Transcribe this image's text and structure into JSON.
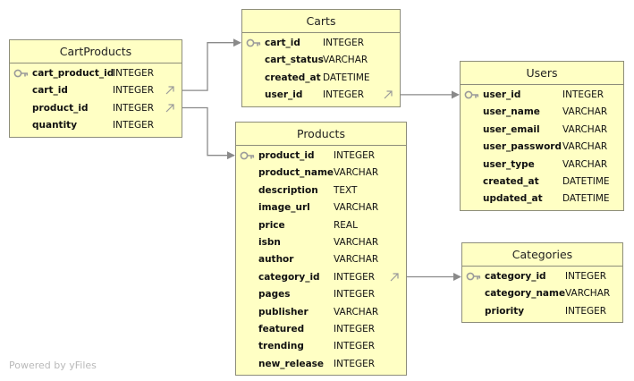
{
  "watermark": "Powered by yFiles",
  "icons": {
    "primary_key": "key-icon",
    "foreign_key": "arrow-up-right-icon"
  },
  "colors": {
    "entity_fill": "#ffffc4",
    "entity_border": "#8d8d7a",
    "connector": "#8a8a8a"
  },
  "entities": [
    {
      "id": "cartproducts",
      "name": "CartProducts",
      "fields": [
        {
          "name": "cart_product_id",
          "type": "INTEGER",
          "pk": true,
          "fk": false
        },
        {
          "name": "cart_id",
          "type": "INTEGER",
          "pk": false,
          "fk": true
        },
        {
          "name": "product_id",
          "type": "INTEGER",
          "pk": false,
          "fk": true
        },
        {
          "name": "quantity",
          "type": "INTEGER",
          "pk": false,
          "fk": false
        }
      ]
    },
    {
      "id": "carts",
      "name": "Carts",
      "fields": [
        {
          "name": "cart_id",
          "type": "INTEGER",
          "pk": true,
          "fk": false
        },
        {
          "name": "cart_status",
          "type": "VARCHAR",
          "pk": false,
          "fk": false
        },
        {
          "name": "created_at",
          "type": "DATETIME",
          "pk": false,
          "fk": false
        },
        {
          "name": "user_id",
          "type": "INTEGER",
          "pk": false,
          "fk": true
        }
      ]
    },
    {
      "id": "users",
      "name": "Users",
      "fields": [
        {
          "name": "user_id",
          "type": "INTEGER",
          "pk": true,
          "fk": false
        },
        {
          "name": "user_name",
          "type": "VARCHAR",
          "pk": false,
          "fk": false
        },
        {
          "name": "user_email",
          "type": "VARCHAR",
          "pk": false,
          "fk": false
        },
        {
          "name": "user_password",
          "type": "VARCHAR",
          "pk": false,
          "fk": false
        },
        {
          "name": "user_type",
          "type": "VARCHAR",
          "pk": false,
          "fk": false
        },
        {
          "name": "created_at",
          "type": "DATETIME",
          "pk": false,
          "fk": false
        },
        {
          "name": "updated_at",
          "type": "DATETIME",
          "pk": false,
          "fk": false
        }
      ]
    },
    {
      "id": "products",
      "name": "Products",
      "fields": [
        {
          "name": "product_id",
          "type": "INTEGER",
          "pk": true,
          "fk": false
        },
        {
          "name": "product_name",
          "type": "VARCHAR",
          "pk": false,
          "fk": false
        },
        {
          "name": "description",
          "type": "TEXT",
          "pk": false,
          "fk": false
        },
        {
          "name": "image_url",
          "type": "VARCHAR",
          "pk": false,
          "fk": false
        },
        {
          "name": "price",
          "type": "REAL",
          "pk": false,
          "fk": false
        },
        {
          "name": "isbn",
          "type": "VARCHAR",
          "pk": false,
          "fk": false
        },
        {
          "name": "author",
          "type": "VARCHAR",
          "pk": false,
          "fk": false
        },
        {
          "name": "category_id",
          "type": "INTEGER",
          "pk": false,
          "fk": true
        },
        {
          "name": "pages",
          "type": "INTEGER",
          "pk": false,
          "fk": false
        },
        {
          "name": "publisher",
          "type": "VARCHAR",
          "pk": false,
          "fk": false
        },
        {
          "name": "featured",
          "type": "INTEGER",
          "pk": false,
          "fk": false
        },
        {
          "name": "trending",
          "type": "INTEGER",
          "pk": false,
          "fk": false
        },
        {
          "name": "new_release",
          "type": "INTEGER",
          "pk": false,
          "fk": false
        }
      ]
    },
    {
      "id": "categories",
      "name": "Categories",
      "fields": [
        {
          "name": "category_id",
          "type": "INTEGER",
          "pk": true,
          "fk": false
        },
        {
          "name": "category_name",
          "type": "VARCHAR",
          "pk": false,
          "fk": false
        },
        {
          "name": "priority",
          "type": "INTEGER",
          "pk": false,
          "fk": false
        }
      ]
    }
  ],
  "relationships": [
    {
      "from": "cartproducts",
      "from_field": "cart_id",
      "to": "carts",
      "to_field": "cart_id"
    },
    {
      "from": "cartproducts",
      "from_field": "product_id",
      "to": "products",
      "to_field": "product_id"
    },
    {
      "from": "carts",
      "from_field": "user_id",
      "to": "users",
      "to_field": "user_id"
    },
    {
      "from": "products",
      "from_field": "category_id",
      "to": "categories",
      "to_field": "category_id"
    }
  ]
}
